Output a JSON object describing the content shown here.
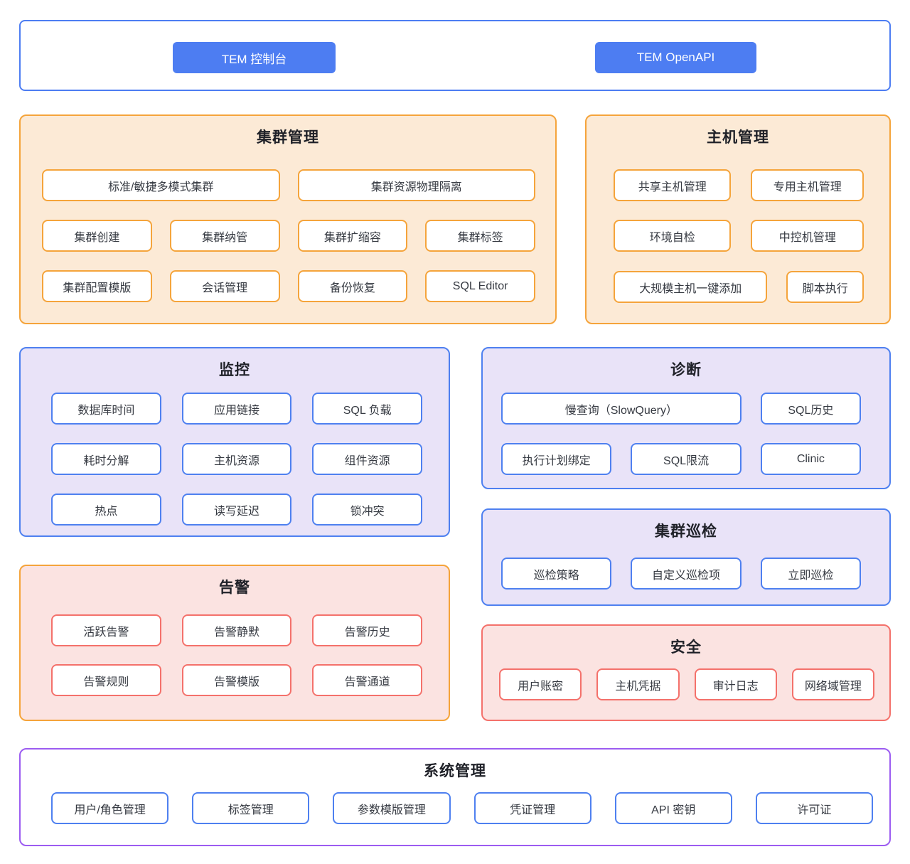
{
  "header": {
    "console_button": "TEM 控制台",
    "openapi_button": "TEM OpenAPI"
  },
  "sections": {
    "cluster": {
      "title": "集群管理",
      "items": [
        "标准/敏捷多模式集群",
        "集群资源物理隔离",
        "集群创建",
        "集群纳管",
        "集群扩缩容",
        "集群标签",
        "集群配置模版",
        "会话管理",
        "备份恢复",
        "SQL Editor"
      ]
    },
    "host": {
      "title": "主机管理",
      "items": [
        "共享主机管理",
        "专用主机管理",
        "环境自检",
        "中控机管理",
        "大规模主机一键添加",
        "脚本执行"
      ]
    },
    "monitoring": {
      "title": "监控",
      "items": [
        "数据库时间",
        "应用链接",
        "SQL 负载",
        "耗时分解",
        "主机资源",
        "组件资源",
        "热点",
        "读写延迟",
        "锁冲突"
      ]
    },
    "diagnosis": {
      "title": "诊断",
      "items": [
        "慢查询（SlowQuery）",
        "SQL历史",
        "执行计划绑定",
        "SQL限流",
        "Clinic"
      ]
    },
    "inspection": {
      "title": "集群巡检",
      "items": [
        "巡检策略",
        "自定义巡检项",
        "立即巡检"
      ]
    },
    "alert": {
      "title": "告警",
      "items": [
        "活跃告警",
        "告警静默",
        "告警历史",
        "告警规则",
        "告警模版",
        "告警通道"
      ]
    },
    "security": {
      "title": "安全",
      "items": [
        "用户账密",
        "主机凭据",
        "审计日志",
        "网络域管理"
      ]
    },
    "system": {
      "title": "系统管理",
      "items": [
        "用户/角色管理",
        "标签管理",
        "参数模版管理",
        "凭证管理",
        "API 密钥",
        "许可证"
      ]
    }
  },
  "colors": {
    "accent_blue": "#4d7df2",
    "border_blue": "#4e80f0",
    "border_orange": "#f5a43b",
    "border_red": "#f4716b",
    "border_purple": "#9c5cf1",
    "bg_orange": "#fcead6",
    "bg_lavender": "#e9e3f8",
    "bg_pink": "#fbe3e1",
    "title_text": "#1f2128",
    "item_text": "#363a42"
  }
}
